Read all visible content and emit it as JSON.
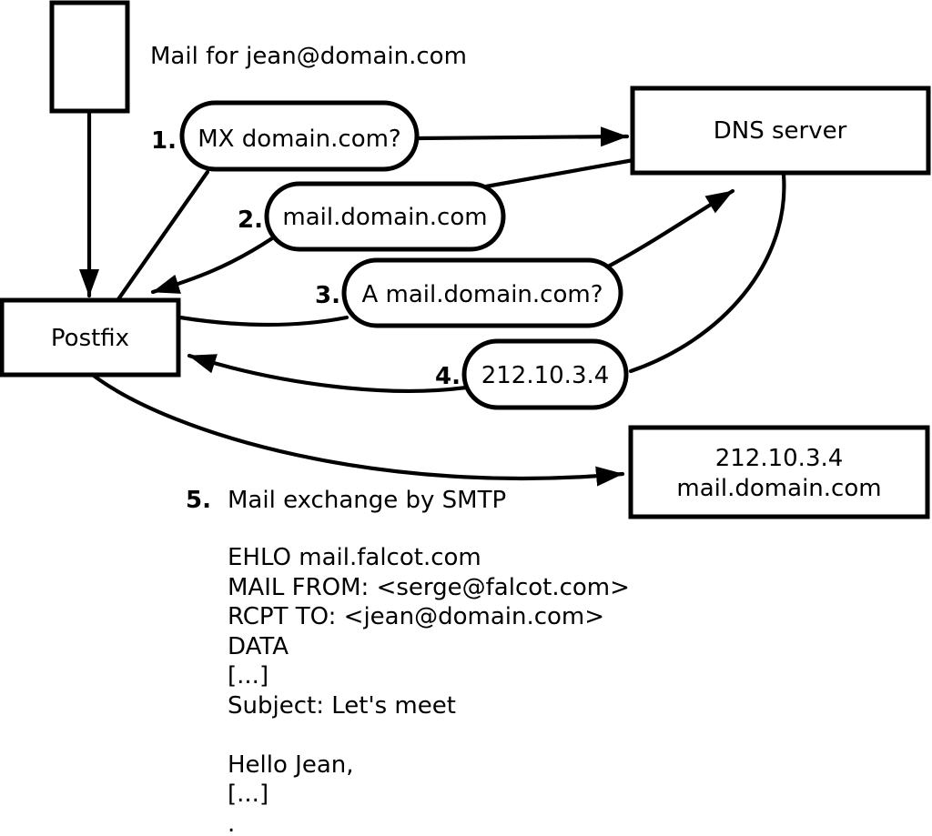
{
  "title": "Mail for jean@domain.com",
  "nodes": {
    "postfix": {
      "label": "Postfix"
    },
    "dns": {
      "label": "DNS server"
    },
    "mailserver": {
      "line1": "212.10.3.4",
      "line2": "mail.domain.com"
    }
  },
  "steps": [
    {
      "num": "1.",
      "label": "MX domain.com?"
    },
    {
      "num": "2.",
      "label": "mail.domain.com"
    },
    {
      "num": "3.",
      "label": "A mail.domain.com?"
    },
    {
      "num": "4.",
      "label": "212.10.3.4"
    },
    {
      "num": "5.",
      "label": "Mail exchange by SMTP"
    }
  ],
  "smtp_session": {
    "lines": [
      "EHLO mail.falcot.com",
      "MAIL FROM: <serge@falcot.com>",
      "RCPT TO: <jean@domain.com>",
      "DATA",
      "[...]",
      "Subject: Let's meet",
      "",
      "Hello Jean,",
      "[...]",
      "."
    ]
  },
  "colors": {
    "ink": "#000000",
    "background": "#ffffff"
  }
}
